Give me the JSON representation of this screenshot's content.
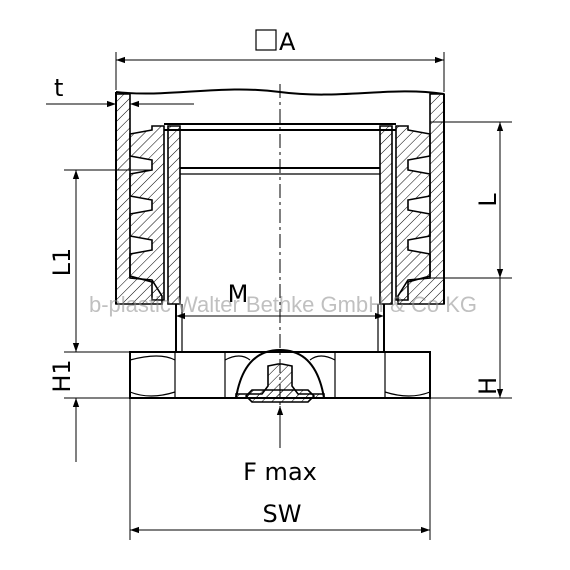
{
  "drawing": {
    "labels": {
      "square_a": "A",
      "wall": "t",
      "length_outer": "L",
      "length_insert": "L1",
      "thread": "M",
      "collar_height": "H1",
      "total_height": "H",
      "force": "F max",
      "wrench_size": "SW"
    },
    "watermark": "b-plastic Walter Bethke GmbH & Co KG"
  }
}
